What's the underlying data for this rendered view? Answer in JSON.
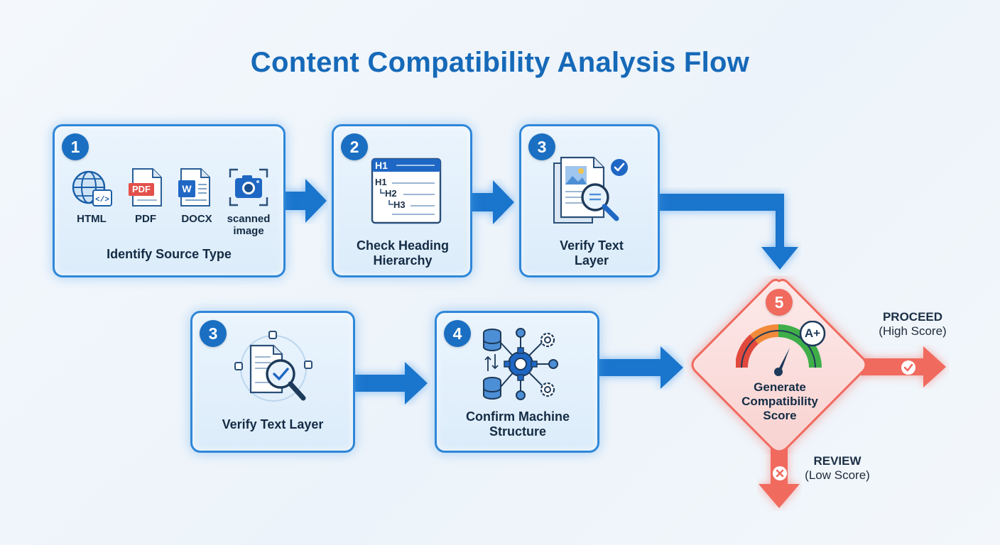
{
  "title": "Content Compatibility Analysis Flow",
  "steps": [
    {
      "number": "1",
      "label": "Identify Source Type",
      "sources": [
        {
          "label": "HTML",
          "icon": "globe-code-icon"
        },
        {
          "label": "PDF",
          "icon": "pdf-file-icon",
          "badge_text": "PDF"
        },
        {
          "label": "DOCX",
          "icon": "word-file-icon",
          "badge_text": "W"
        },
        {
          "label": "scanned image",
          "icon": "camera-scan-icon"
        }
      ]
    },
    {
      "number": "2",
      "label": "Check Heading Hierarchy",
      "headings": [
        "H1",
        "H1",
        "H2",
        "H3"
      ]
    },
    {
      "number": "3",
      "label": "Verify Text Layer",
      "icon": "document-magnify-check-icon"
    },
    {
      "number": "3",
      "label": "Verify Text Layer",
      "icon": "scan-document-check-icon"
    },
    {
      "number": "4",
      "label": "Confirm Machine Structure",
      "icon": "database-network-gear-icon"
    },
    {
      "number": "5",
      "label": "Generate Compatibility Score",
      "icon": "gauge-icon",
      "grade": "A+"
    }
  ],
  "outcomes": {
    "proceed": {
      "label": "PROCEED",
      "note": "(High Score)",
      "icon": "check-icon"
    },
    "review": {
      "label": "REVIEW",
      "note": "(Low Score)",
      "icon": "x-icon"
    }
  },
  "colors": {
    "primary": "#1a6fc2",
    "title": "#1669b8",
    "arrow": "#1a75cc",
    "decision": "#f06a5e",
    "gauge_red": "#e0493c",
    "gauge_orange": "#f28a3a",
    "gauge_green": "#3fae49"
  }
}
